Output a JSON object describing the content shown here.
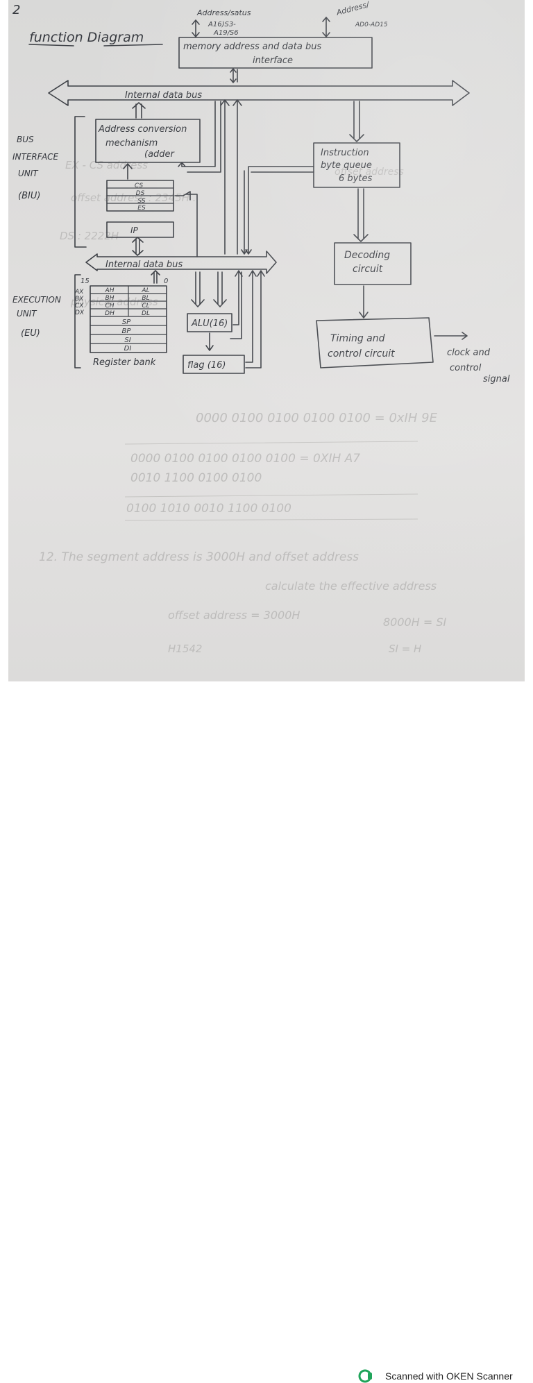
{
  "heading": {
    "number": "2",
    "title": "function Diagram"
  },
  "top_labels": {
    "address_status": "Address/satus",
    "a16_s3": "A16)S3-",
    "a19_s6": "A19/S6",
    "address_right": "Address/",
    "ad0_ad15": "AD0-AD15"
  },
  "blocks": {
    "memory_interface": [
      "memory address and data bus",
      "interface"
    ],
    "internal_bus_top": "Internal data bus",
    "address_conversion": [
      "Address conversion",
      "mechanism",
      "(adder"
    ],
    "segment_registers": [
      "CS",
      "DS",
      "SS",
      "ES"
    ],
    "ip": "IP",
    "instruction_queue": [
      "Instruction",
      "byte queue",
      "6 bytes"
    ],
    "decoding": [
      "Decoding",
      "circuit"
    ],
    "internal_bus_bottom": "Internal data bus",
    "alu": "ALU(16)",
    "flag": "flag (16)",
    "timing": [
      "Timing and",
      "control circuit"
    ],
    "clock": [
      "clock and",
      "control",
      "signal"
    ]
  },
  "side_labels": {
    "biu": [
      "BUS",
      "INTERFACE",
      "UNIT",
      "(BIU)"
    ],
    "eu": [
      "EXECUTION",
      "UNIT",
      "(EU)"
    ]
  },
  "register_bank": {
    "bit_high": "15",
    "bit_low": "0",
    "names": [
      "AX",
      "BX",
      "CX",
      "DX"
    ],
    "rows": [
      [
        "AH",
        "AL"
      ],
      [
        "BH",
        "BL"
      ],
      [
        "CH",
        "CL"
      ],
      [
        "DH",
        "DL"
      ]
    ],
    "pointers": [
      "SP",
      "BP",
      "SI",
      "DI"
    ],
    "caption": "Register bank"
  },
  "footer": {
    "scanner": "Scanned with OKEN Scanner",
    "logo_color": "#1fa45a"
  }
}
